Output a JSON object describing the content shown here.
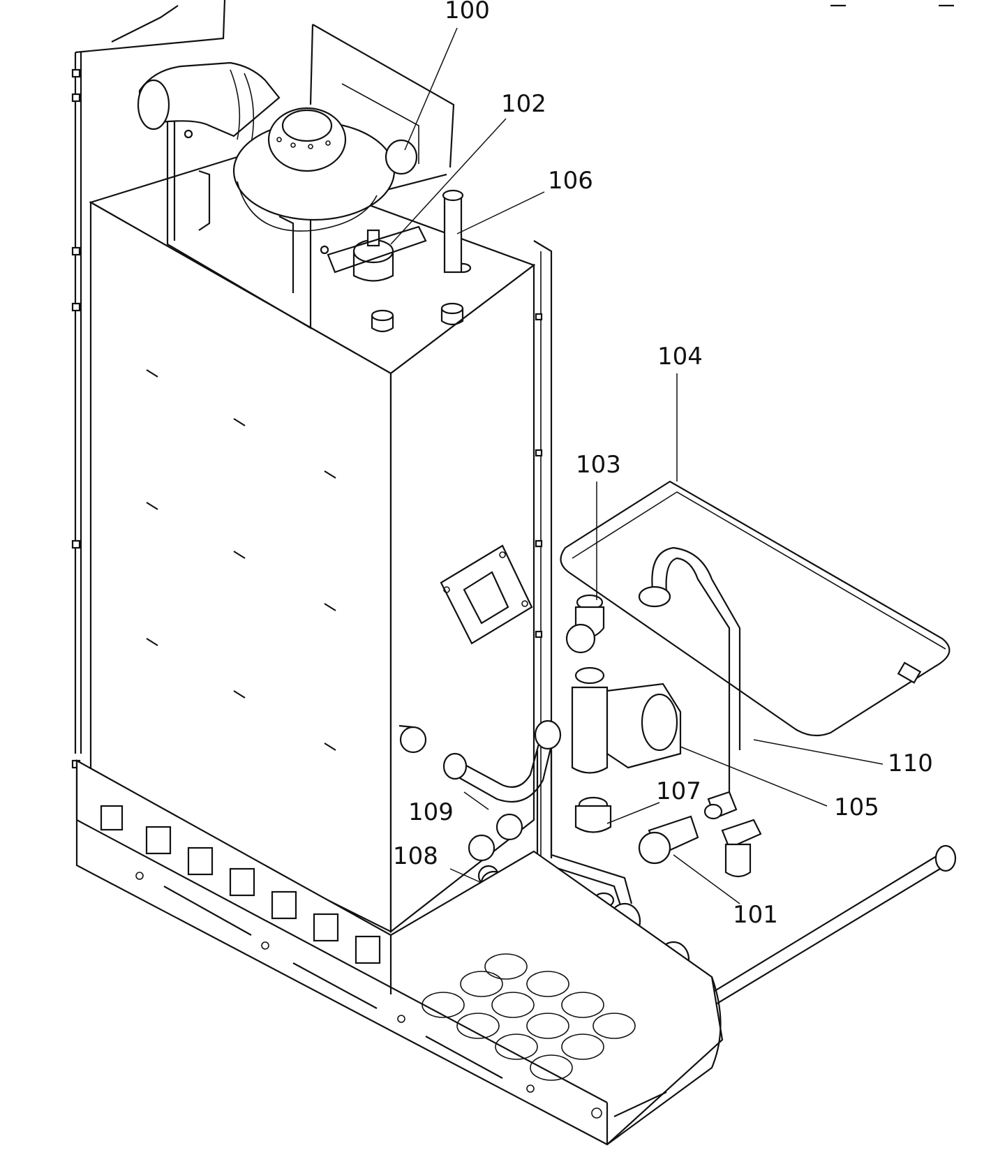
{
  "diagram": {
    "callouts": [
      "100",
      "102",
      "106",
      "104",
      "103",
      "110",
      "105",
      "107",
      "109",
      "101",
      "108"
    ]
  },
  "colors": {
    "line": "#111111",
    "background": "#ffffff"
  }
}
